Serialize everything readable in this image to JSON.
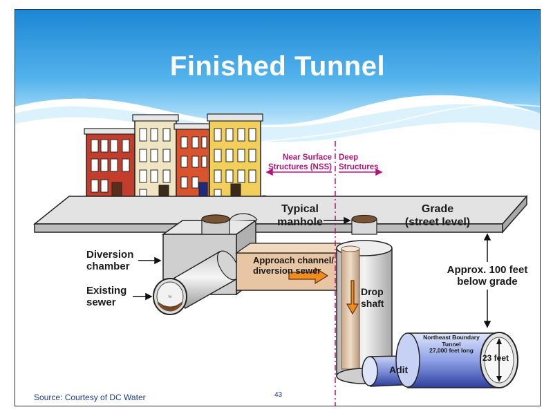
{
  "slide": {
    "title": "Finished Tunnel",
    "source": "Source: Courtesy of DC Water",
    "page_number": "43"
  },
  "labels": {
    "near_surface_1": "Near Surface",
    "near_surface_2": "Structures (NSS)",
    "deep_1": "Deep",
    "deep_2": "Structures",
    "typical_manhole_1": "Typical",
    "typical_manhole_2": "manhole",
    "grade_1": "Grade",
    "grade_2": "(street level)",
    "diversion_chamber_1": "Diversion",
    "diversion_chamber_2": "chamber",
    "existing_sewer_1": "Existing",
    "existing_sewer_2": "sewer",
    "approach_1": "Approach channel/",
    "approach_2": "diversion sewer",
    "drop_shaft_1": "Drop",
    "drop_shaft_2": "shaft",
    "depth_1": "Approx. 100 feet",
    "depth_2": "below grade",
    "tunnel_1": "Northeast Boundary",
    "tunnel_2": "Tunnel",
    "tunnel_3": "27,000 feet long",
    "diameter": "23 feet",
    "adit": "Adit"
  },
  "colors": {
    "sky_top": "#1f8fd8",
    "sky_bottom": "#9dd6f7",
    "accent_magenta": "#b5137a",
    "arrow_orange": "#f08c1e",
    "tunnel_blue": "#3b54b8"
  }
}
